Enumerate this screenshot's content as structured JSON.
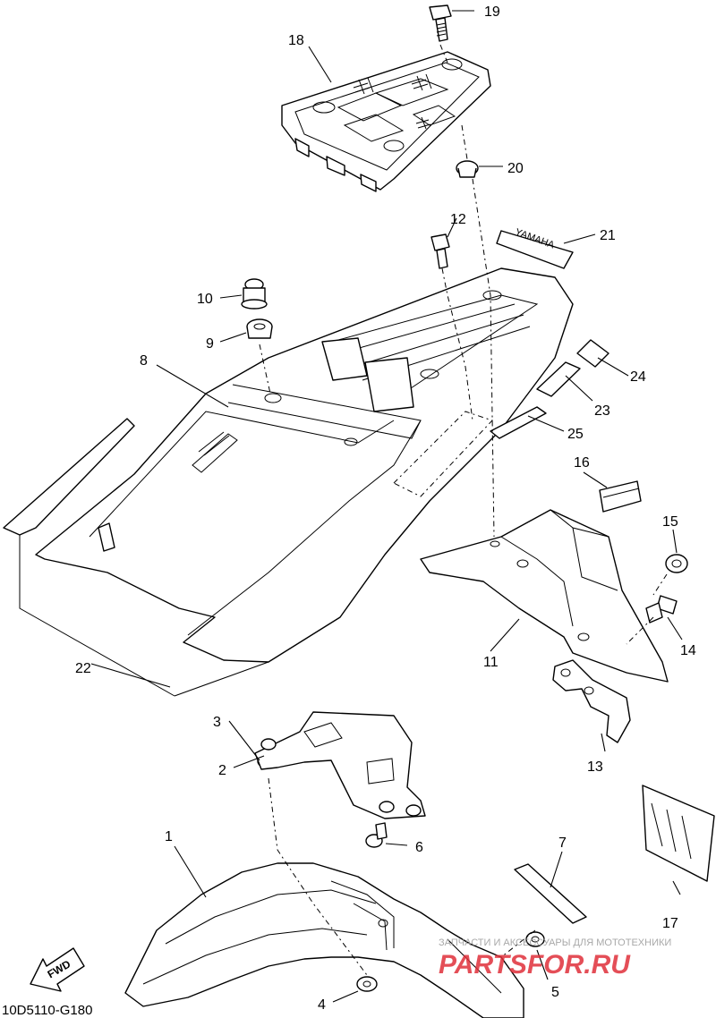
{
  "diagram_code": "10D5110-G180",
  "fwd_label": "FWD",
  "decal_text": "YAMAHA",
  "watermark": {
    "line1": "ЗАПЧАСТИ И АКСЕССУАРЫ ДЛЯ МОТОТЕХНИКИ",
    "line2": "PARTSFOR.RU",
    "color": "#e0303a"
  },
  "callouts": [
    {
      "id": "1",
      "label": "1"
    },
    {
      "id": "2",
      "label": "2"
    },
    {
      "id": "3",
      "label": "3"
    },
    {
      "id": "4",
      "label": "4"
    },
    {
      "id": "5",
      "label": "5"
    },
    {
      "id": "6",
      "label": "6"
    },
    {
      "id": "7",
      "label": "7"
    },
    {
      "id": "8",
      "label": "8"
    },
    {
      "id": "9",
      "label": "9"
    },
    {
      "id": "10",
      "label": "10"
    },
    {
      "id": "11",
      "label": "11"
    },
    {
      "id": "12",
      "label": "12"
    },
    {
      "id": "13",
      "label": "13"
    },
    {
      "id": "14",
      "label": "14"
    },
    {
      "id": "15",
      "label": "15"
    },
    {
      "id": "16",
      "label": "16"
    },
    {
      "id": "17",
      "label": "17"
    },
    {
      "id": "18",
      "label": "18"
    },
    {
      "id": "19",
      "label": "19"
    },
    {
      "id": "20",
      "label": "20"
    },
    {
      "id": "21",
      "label": "21"
    },
    {
      "id": "22",
      "label": "22"
    },
    {
      "id": "23",
      "label": "23"
    },
    {
      "id": "24",
      "label": "24"
    },
    {
      "id": "25",
      "label": "25"
    }
  ]
}
